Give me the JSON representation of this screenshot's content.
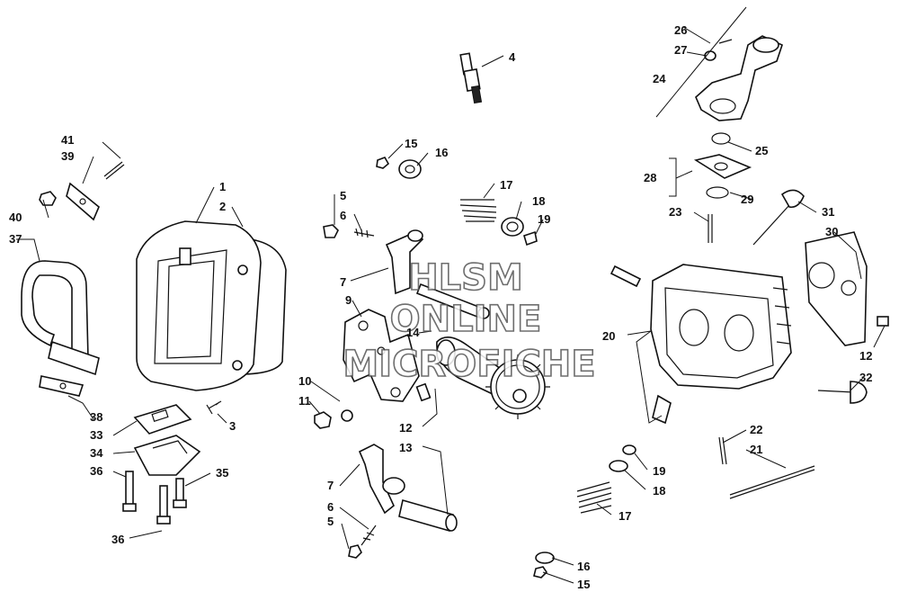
{
  "watermark": {
    "line1": "HLSM",
    "line2": "ONLINE",
    "line3": "MICROFICHE"
  },
  "callouts": [
    {
      "id": "c1",
      "text": "1"
    },
    {
      "id": "c2",
      "text": "2"
    },
    {
      "id": "c3",
      "text": "3"
    },
    {
      "id": "c4",
      "text": "4"
    },
    {
      "id": "c5a",
      "text": "5"
    },
    {
      "id": "c5b",
      "text": "5"
    },
    {
      "id": "c6a",
      "text": "6"
    },
    {
      "id": "c6b",
      "text": "6"
    },
    {
      "id": "c7a",
      "text": "7"
    },
    {
      "id": "c7b",
      "text": "7"
    },
    {
      "id": "c9",
      "text": "9"
    },
    {
      "id": "c10",
      "text": "10"
    },
    {
      "id": "c11",
      "text": "11"
    },
    {
      "id": "c12a",
      "text": "12"
    },
    {
      "id": "c12b",
      "text": "12"
    },
    {
      "id": "c13",
      "text": "13"
    },
    {
      "id": "c14",
      "text": "14"
    },
    {
      "id": "c15a",
      "text": "15"
    },
    {
      "id": "c15b",
      "text": "15"
    },
    {
      "id": "c16a",
      "text": "16"
    },
    {
      "id": "c16b",
      "text": "16"
    },
    {
      "id": "c17a",
      "text": "17"
    },
    {
      "id": "c17b",
      "text": "17"
    },
    {
      "id": "c18a",
      "text": "18"
    },
    {
      "id": "c18b",
      "text": "18"
    },
    {
      "id": "c19a",
      "text": "19"
    },
    {
      "id": "c19b",
      "text": "19"
    },
    {
      "id": "c20",
      "text": "20"
    },
    {
      "id": "c21",
      "text": "21"
    },
    {
      "id": "c22",
      "text": "22"
    },
    {
      "id": "c23",
      "text": "23"
    },
    {
      "id": "c24",
      "text": "24"
    },
    {
      "id": "c25",
      "text": "25"
    },
    {
      "id": "c26",
      "text": "26"
    },
    {
      "id": "c27",
      "text": "27"
    },
    {
      "id": "c28",
      "text": "28"
    },
    {
      "id": "c29",
      "text": "29"
    },
    {
      "id": "c30",
      "text": "30"
    },
    {
      "id": "c31",
      "text": "31"
    },
    {
      "id": "c32",
      "text": "32"
    },
    {
      "id": "c33",
      "text": "33"
    },
    {
      "id": "c34",
      "text": "34"
    },
    {
      "id": "c35",
      "text": "35"
    },
    {
      "id": "c36a",
      "text": "36"
    },
    {
      "id": "c36b",
      "text": "36"
    },
    {
      "id": "c37",
      "text": "37"
    },
    {
      "id": "c38",
      "text": "38"
    },
    {
      "id": "c39",
      "text": "39"
    },
    {
      "id": "c40",
      "text": "40"
    },
    {
      "id": "c41",
      "text": "41"
    }
  ]
}
